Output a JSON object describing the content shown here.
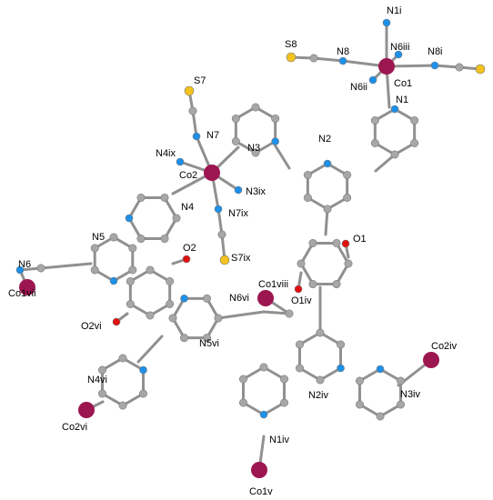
{
  "colors": {
    "carbon": "#a7a7a7",
    "carbon_stroke": "#7a7a7a",
    "bond": "#909090",
    "nitrogen": "#1e90e8",
    "oxygen": "#e01010",
    "sulfur": "#f2c21e",
    "cobalt": "#9c1650"
  },
  "labels": {
    "n1i": "N1i",
    "s8": "S8",
    "n8": "N8",
    "n6iii": "N6iii",
    "n8i": "N8i",
    "co1": "Co1",
    "n6ii": "N6ii",
    "n1": "N1",
    "s7": "S7",
    "n7": "N7",
    "n4ix": "N4ix",
    "n3": "N3",
    "n2": "N2",
    "co2": "Co2",
    "n3ix": "N3ix",
    "n4": "N4",
    "n7ix": "N7ix",
    "n5": "N5",
    "o2": "O2",
    "o1": "O1",
    "s7ix": "S7ix",
    "n6": "N6",
    "co1vii": "Co1vii",
    "co1viii": "Co1viii",
    "n6vi": "N6vi",
    "o1iv": "O1iv",
    "o2vi": "O2vi",
    "n5vi": "N5vi",
    "co2iv": "Co2iv",
    "n4vi": "N4vi",
    "n2iv": "N2iv",
    "n3iv": "N3iv",
    "co2vi": "Co2vi",
    "n1iv": "N1iv",
    "co1v": "Co1v"
  }
}
